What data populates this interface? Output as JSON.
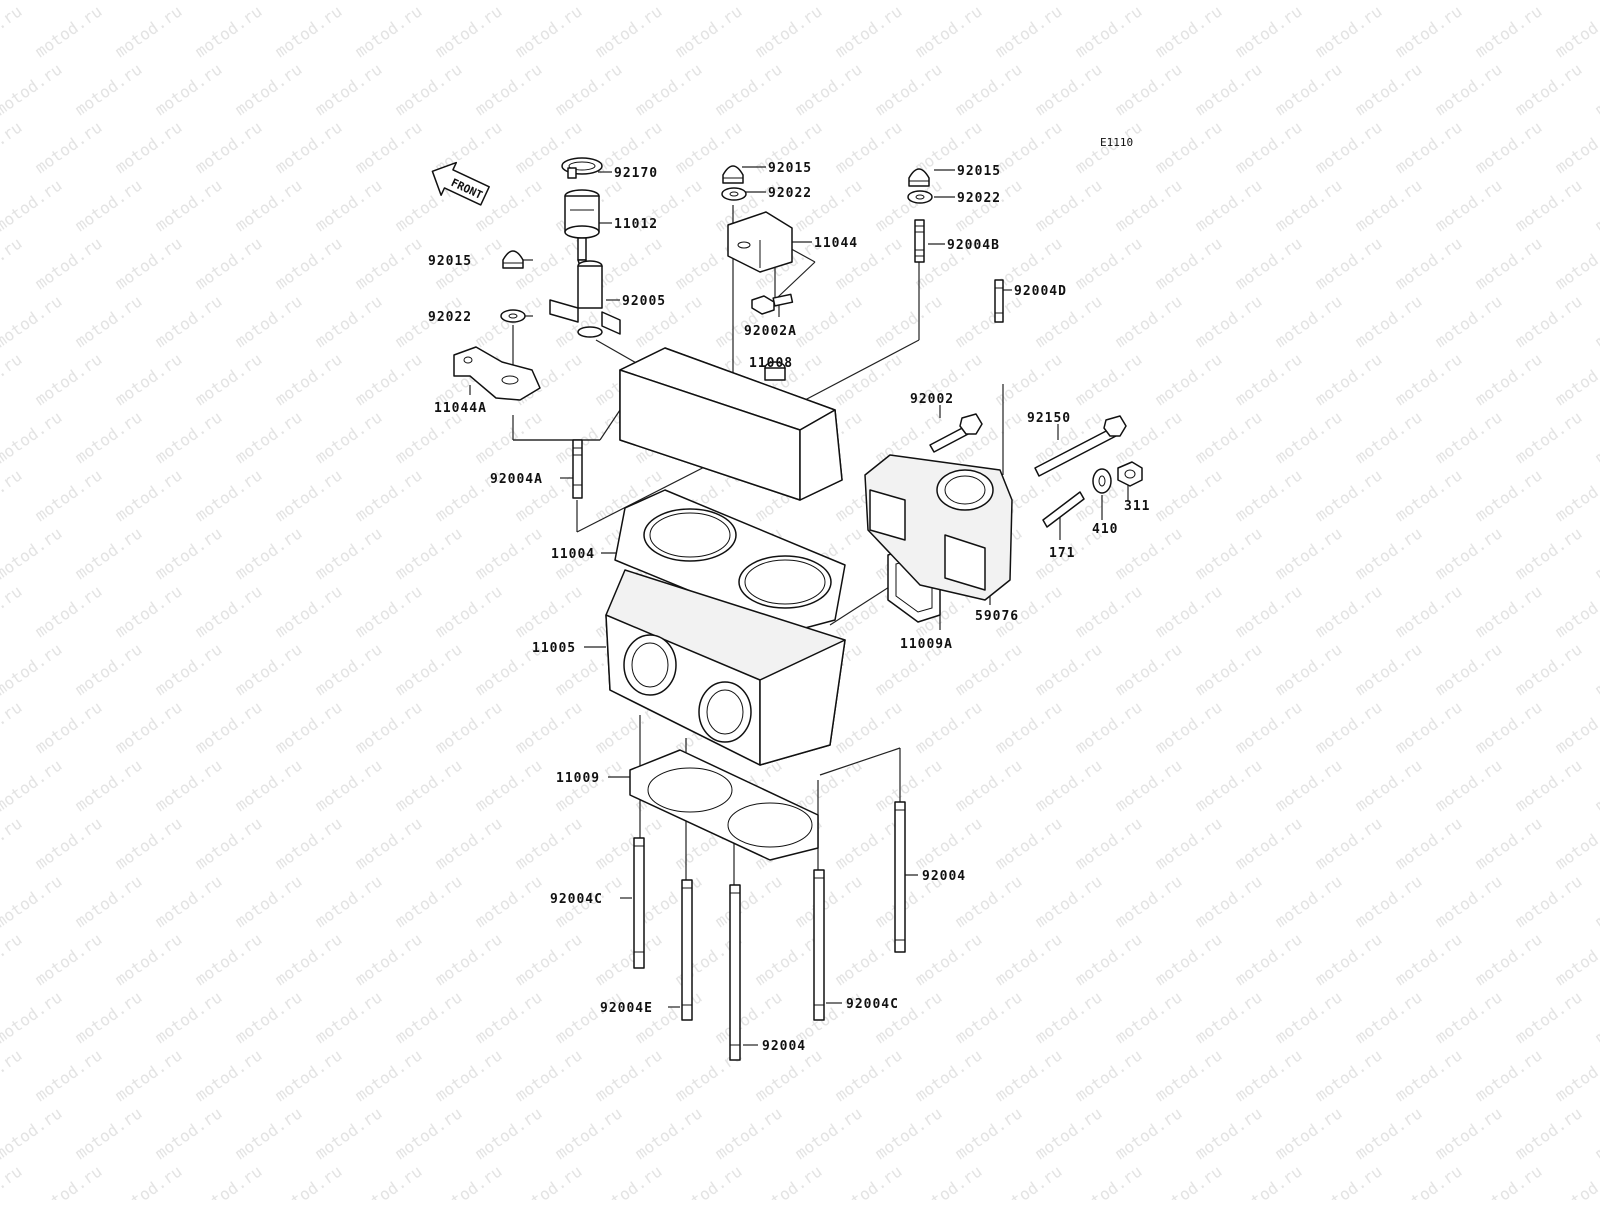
{
  "diagram": {
    "ref_code": "E1110",
    "front_label": "FRONT",
    "watermark": "motod.ru",
    "labels": {
      "p92170": "92170",
      "p11012": "11012",
      "p92015_a": "92015",
      "p92022_a": "92022",
      "p11044": "11044",
      "p92002A": "92002A",
      "p92015_b": "92015",
      "p92022_b": "92022",
      "p92004B": "92004B",
      "p92015_c": "92015",
      "p92022_c": "92022",
      "p92005": "92005",
      "p11044A": "11044A",
      "p11008": "11008",
      "p92004D": "92004D",
      "p92002": "92002",
      "p92150": "92150",
      "p92004A": "92004A",
      "p311": "311",
      "p410": "410",
      "p171": "171",
      "p11004": "11004",
      "p59076": "59076",
      "p11009A": "11009A",
      "p11005": "11005",
      "p11009": "11009",
      "p92004_a": "92004",
      "p92004C_a": "92004C",
      "p92004E": "92004E",
      "p92004C_b": "92004C",
      "p92004_b": "92004"
    }
  }
}
